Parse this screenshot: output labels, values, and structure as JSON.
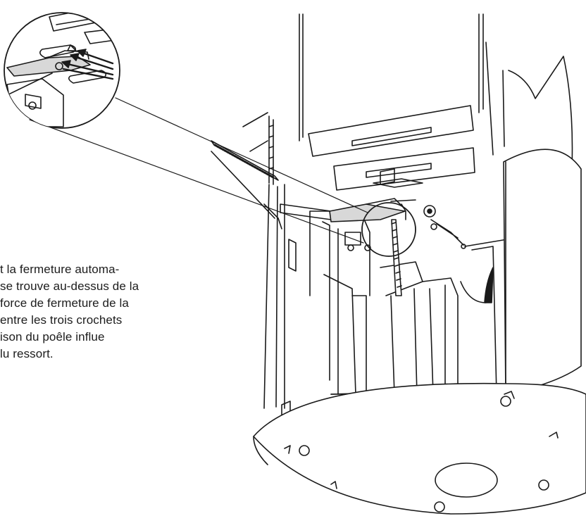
{
  "caption": {
    "lines": [
      "t la fermeture automa-",
      "se trouve au-dessus de la",
      "force de fermeture de la",
      "entre les trois crochets",
      "ison du poêle influe",
      "lu ressort."
    ]
  },
  "illustration": {
    "stroke_color": "#1a1a1a",
    "fill_color": "#ffffff",
    "shade_color": "#d8d8d8",
    "icons": [
      "zoom-detail-circle",
      "spring",
      "hook",
      "arrow"
    ]
  }
}
